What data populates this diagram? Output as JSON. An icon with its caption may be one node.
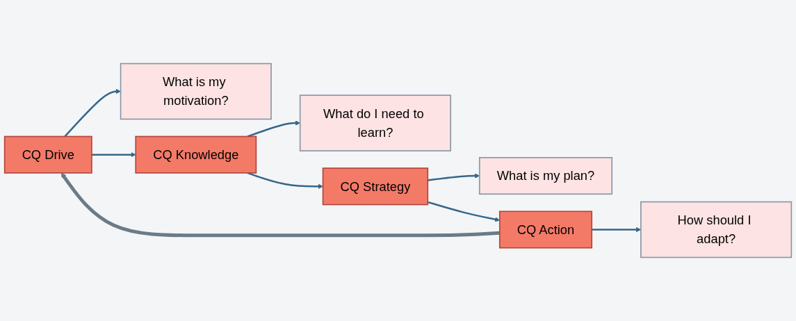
{
  "diagram": {
    "nodes": [
      {
        "text": [
          "CQ Drive"
        ]
      },
      {
        "text": [
          "What is my motivation?"
        ]
      },
      {
        "text": [
          "CQ Knowledge"
        ]
      },
      {
        "text": [
          "What do I need to learn?"
        ]
      },
      {
        "text": [
          "CQ Strategy"
        ]
      },
      {
        "text": [
          "What is my plan?"
        ]
      },
      {
        "text": [
          "CQ Action"
        ]
      },
      {
        "text": [
          "How should I adapt?"
        ]
      }
    ],
    "edges": [
      {
        "from": 0,
        "to": 1,
        "arrow": "to"
      },
      {
        "from": 0,
        "to": 2,
        "arrow": "to"
      },
      {
        "from": 2,
        "to": 3,
        "arrow": "to"
      },
      {
        "from": 2,
        "to": 4,
        "arrow": "to"
      },
      {
        "from": 4,
        "to": 5,
        "arrow": "to"
      },
      {
        "from": 4,
        "to": 6,
        "arrow": "to"
      },
      {
        "from": 6,
        "to": 7,
        "arrow": "to"
      },
      {
        "from": 6,
        "to": 0,
        "arrow": "to",
        "style": "thick",
        "color": "#6b7b86"
      }
    ]
  }
}
